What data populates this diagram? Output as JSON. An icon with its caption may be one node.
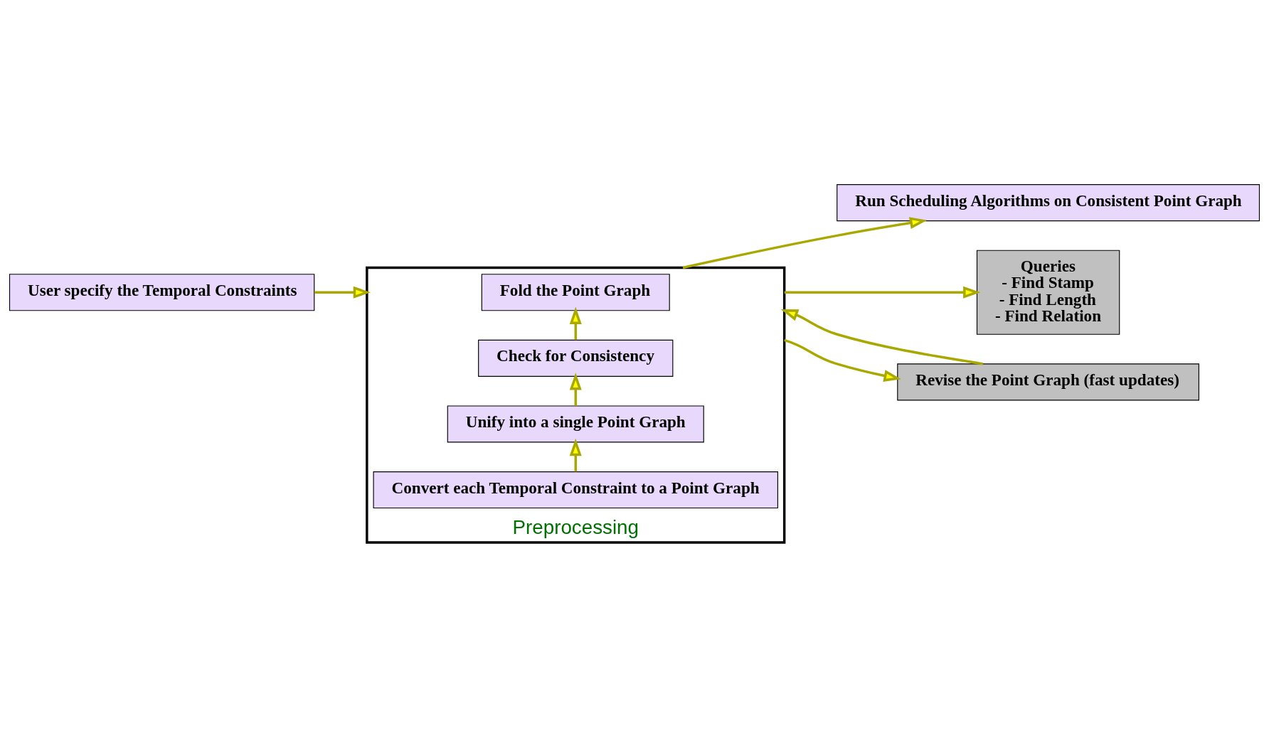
{
  "diagram": {
    "nodes": [
      {
        "text": [
          "Preprocessing"
        ]
      },
      {
        "text": [
          "Convert each Temporal Constraint to a Point Graph"
        ],
        "in": 0
      },
      {
        "text": [
          "Unify into a single Point Graph"
        ],
        "in": 0
      },
      {
        "text": [
          "Check for Consistency"
        ],
        "in": 0
      },
      {
        "text": [
          "Fold the Point Graph"
        ],
        "in": 0
      },
      {
        "text": [
          "User specify the Temporal Constraints"
        ]
      },
      {
        "text": [
          "Run Scheduling Algorithms on Consistent Point Graph"
        ]
      },
      {
        "text": [
          "Queries",
          "- Find Stamp",
          "- Find Length",
          "- Find Relation"
        ]
      },
      {
        "text": [
          "Revise the Point Graph (fast updates)"
        ]
      }
    ],
    "edges": [
      {
        "from": 1,
        "to": 2,
        "arrow": "to"
      },
      {
        "from": 2,
        "to": 3,
        "arrow": "to"
      },
      {
        "from": 3,
        "to": 4,
        "arrow": "to"
      },
      {
        "from": 5,
        "to": 0,
        "arrow": "to"
      },
      {
        "from": 0,
        "to": 6,
        "arrow": "to"
      },
      {
        "from": 0,
        "to": 7,
        "arrow": "to"
      },
      {
        "from": 0,
        "to": 8,
        "arrow": "to"
      },
      {
        "from": 8,
        "to": 0,
        "arrow": "to"
      }
    ]
  }
}
